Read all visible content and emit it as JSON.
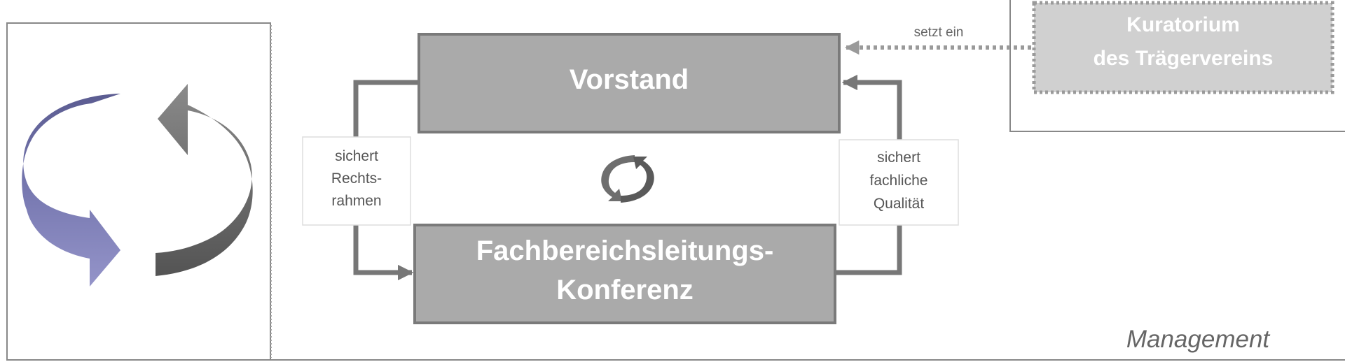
{
  "diagram": {
    "boxes": {
      "vorstand": "Vorstand",
      "fbl_line1": "Fachbereichsleitungs-",
      "fbl_line2": "Konferenz",
      "kuratorium_line1": "Kuratorium",
      "kuratorium_line2": "des Trägervereins"
    },
    "labels": {
      "setzt_ein": "setzt ein",
      "left_line1": "sichert",
      "left_line2": "Rechts-",
      "left_line3": "rahmen",
      "right_line1": "sichert",
      "right_line2": "fachliche",
      "right_line3": "Qualität",
      "management": "Management"
    },
    "icons": [
      "cycle-arrows-icon",
      "cycle-arrows-icon"
    ],
    "colors": {
      "box_fill": "#aaaaaa",
      "box_border": "#7a7a7a",
      "connector": "#777777",
      "kuratorium_fill": "#d0d0d0",
      "arrow_purple_dark": "#5b5c91",
      "arrow_purple_light": "#9494c9",
      "arrow_gray_light": "#8a8a8a",
      "arrow_gray_dark": "#545454"
    }
  }
}
